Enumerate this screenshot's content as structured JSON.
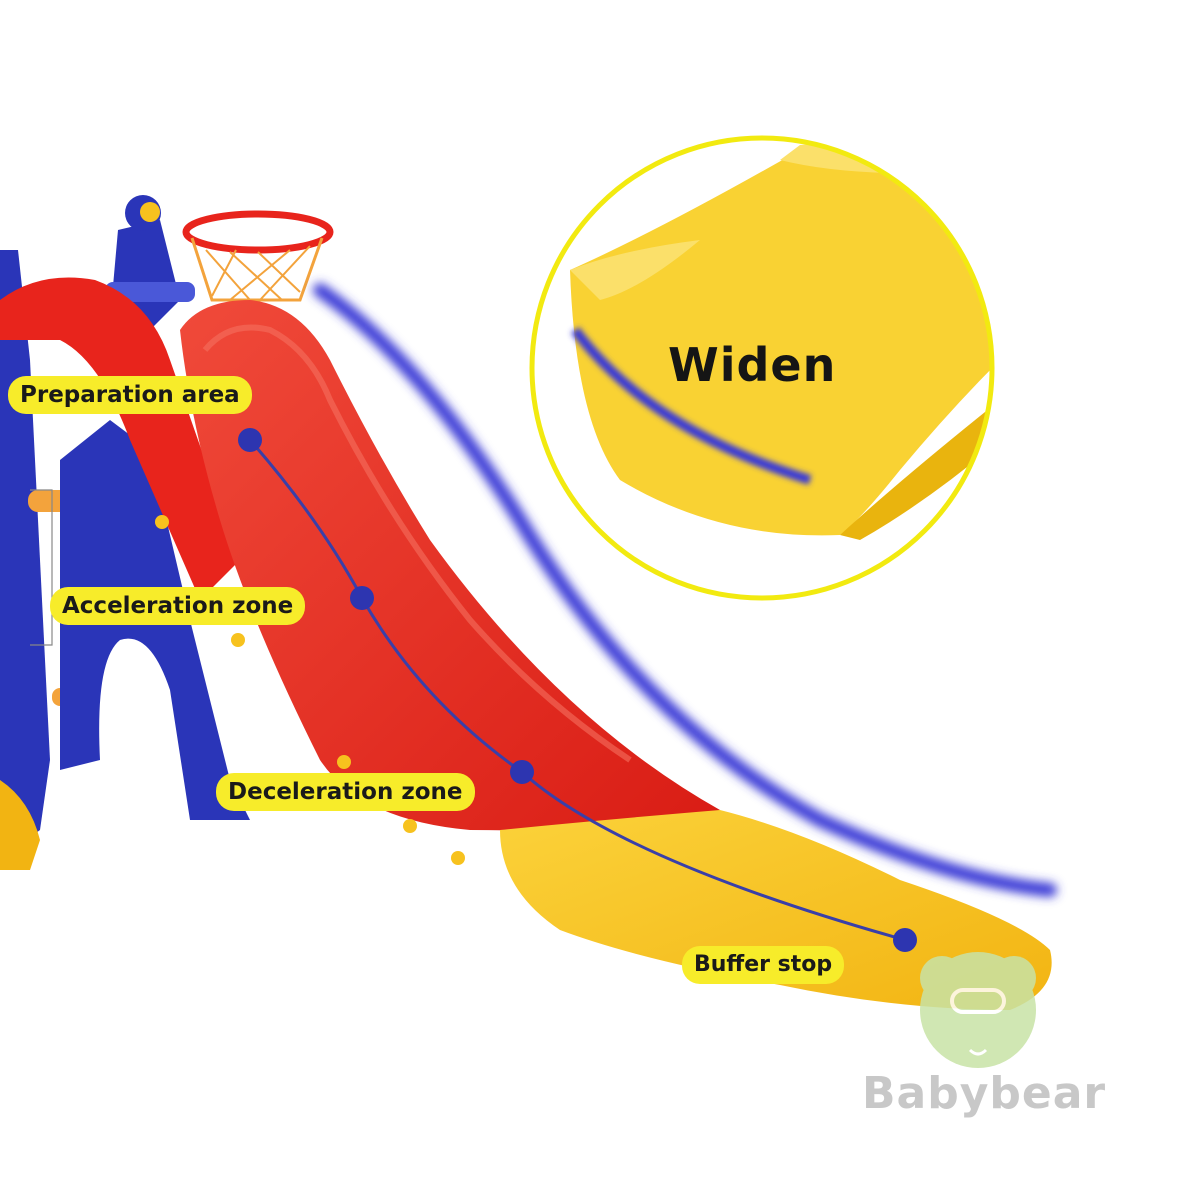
{
  "labels": {
    "preparation": "Preparation area",
    "acceleration": "Acceleration zone",
    "deceleration": "Deceleration zone",
    "buffer": "Buffer stop"
  },
  "detail": {
    "widen": "Widen"
  },
  "brand": {
    "name": "Babybear"
  },
  "colors": {
    "slide_red": "#e8241c",
    "slide_yellow": "#f7c21e",
    "frame_blue": "#2a35b8",
    "path_line": "#3a3fa8",
    "label_bg": "#f7ec2a",
    "circle_outline": "#f2ea10",
    "logo_green": "#c8e3a6"
  }
}
